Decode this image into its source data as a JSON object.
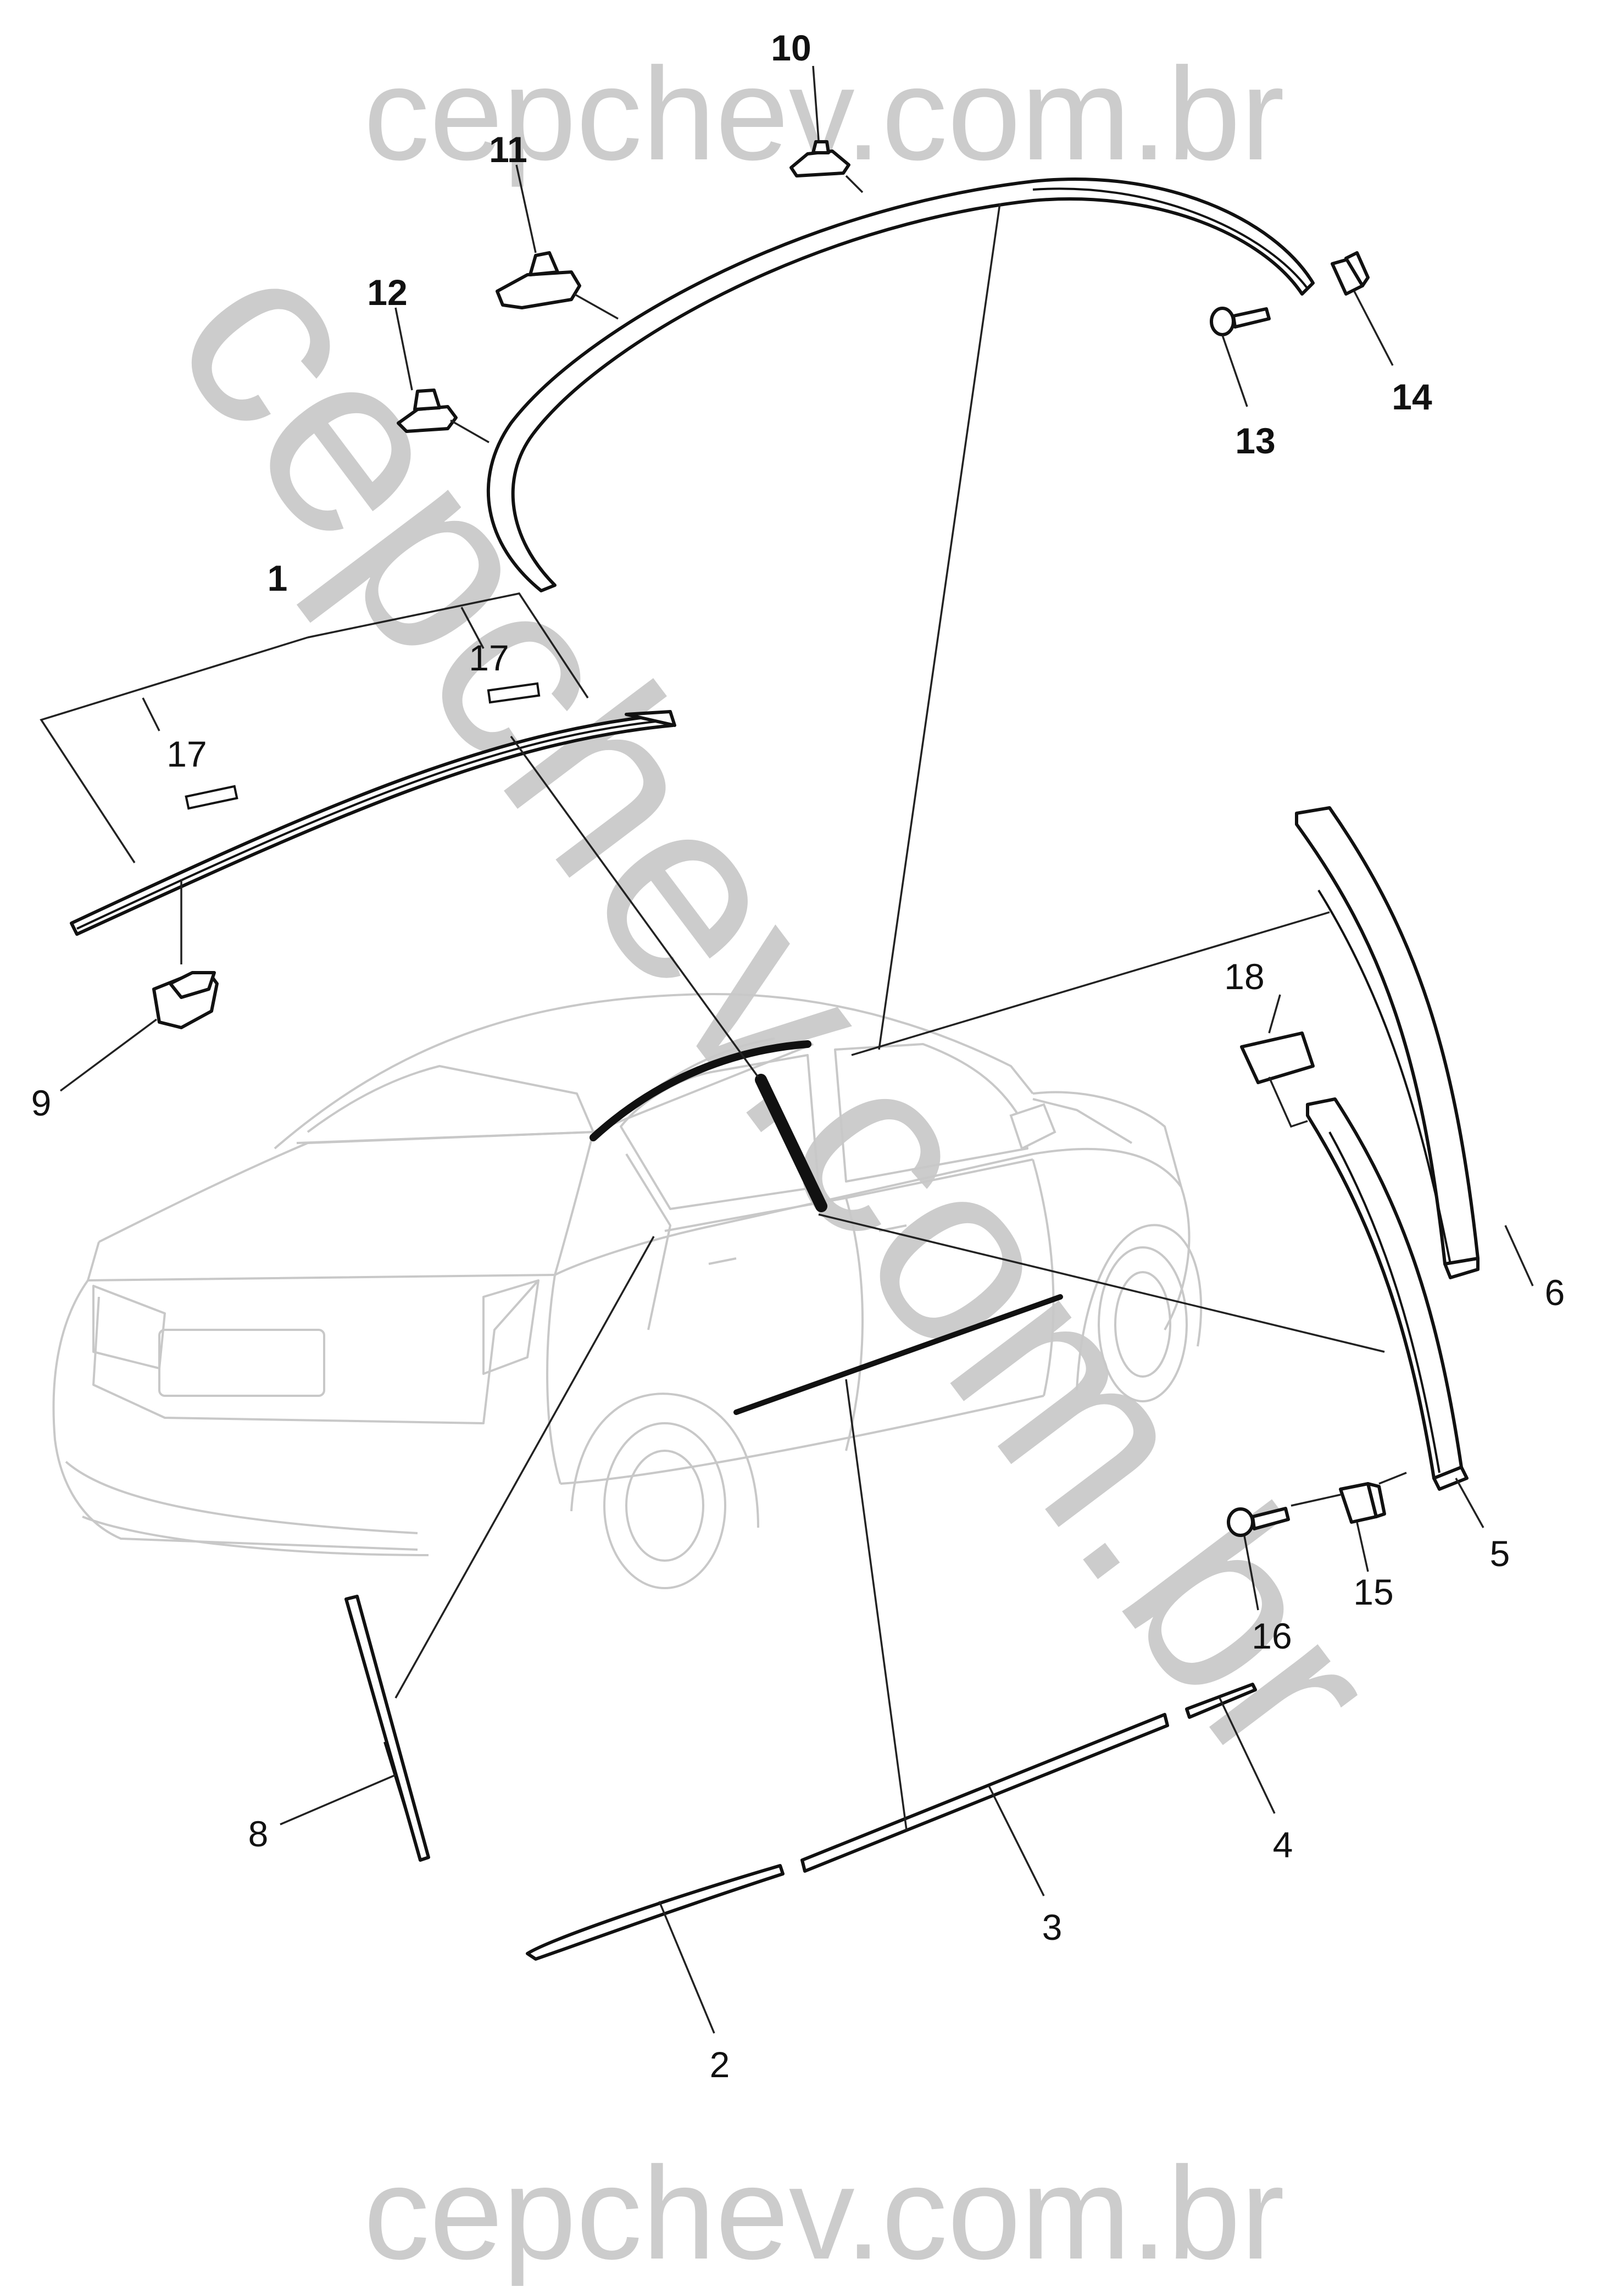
{
  "watermarks": {
    "top": "cepchev.com.br",
    "diagonal": "cepchev.com.br",
    "bottom": "cepchev.com.br"
  },
  "callouts": {
    "p1": "1",
    "p2": "2",
    "p3": "3",
    "p4": "4",
    "p5": "5",
    "p6": "6",
    "p8": "8",
    "p9": "9",
    "p10": "10",
    "p11": "11",
    "p12": "12",
    "p13": "13",
    "p14": "14",
    "p15": "15",
    "p16": "16",
    "p17a": "17",
    "p17b": "17",
    "p18": "18"
  },
  "colors": {
    "watermark": "#cccccc",
    "line": "#111111",
    "car_outline": "#c8c8c8"
  }
}
